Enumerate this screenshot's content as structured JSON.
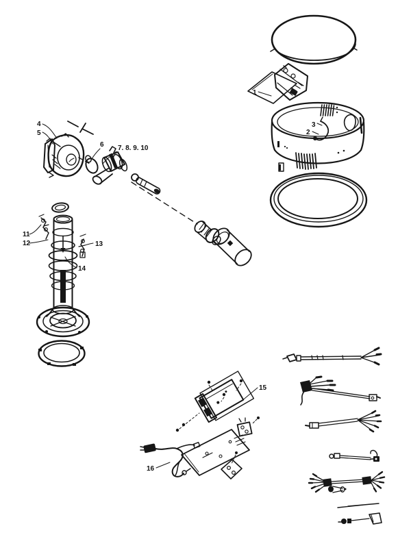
{
  "page": {
    "background": "#ffffff",
    "line_color": "#161616"
  },
  "diagram": {
    "kind": "exploded-parts-diagram",
    "callouts": [
      {
        "label": "1"
      },
      {
        "label": "2"
      },
      {
        "label": "3"
      },
      {
        "label": "4"
      },
      {
        "label": "5"
      },
      {
        "label": "6"
      },
      {
        "label": "7. 8. 9. 10"
      },
      {
        "label": "11"
      },
      {
        "label": "12"
      },
      {
        "label": "13"
      },
      {
        "label": "14"
      },
      {
        "label": "15"
      },
      {
        "label": "16"
      }
    ]
  }
}
